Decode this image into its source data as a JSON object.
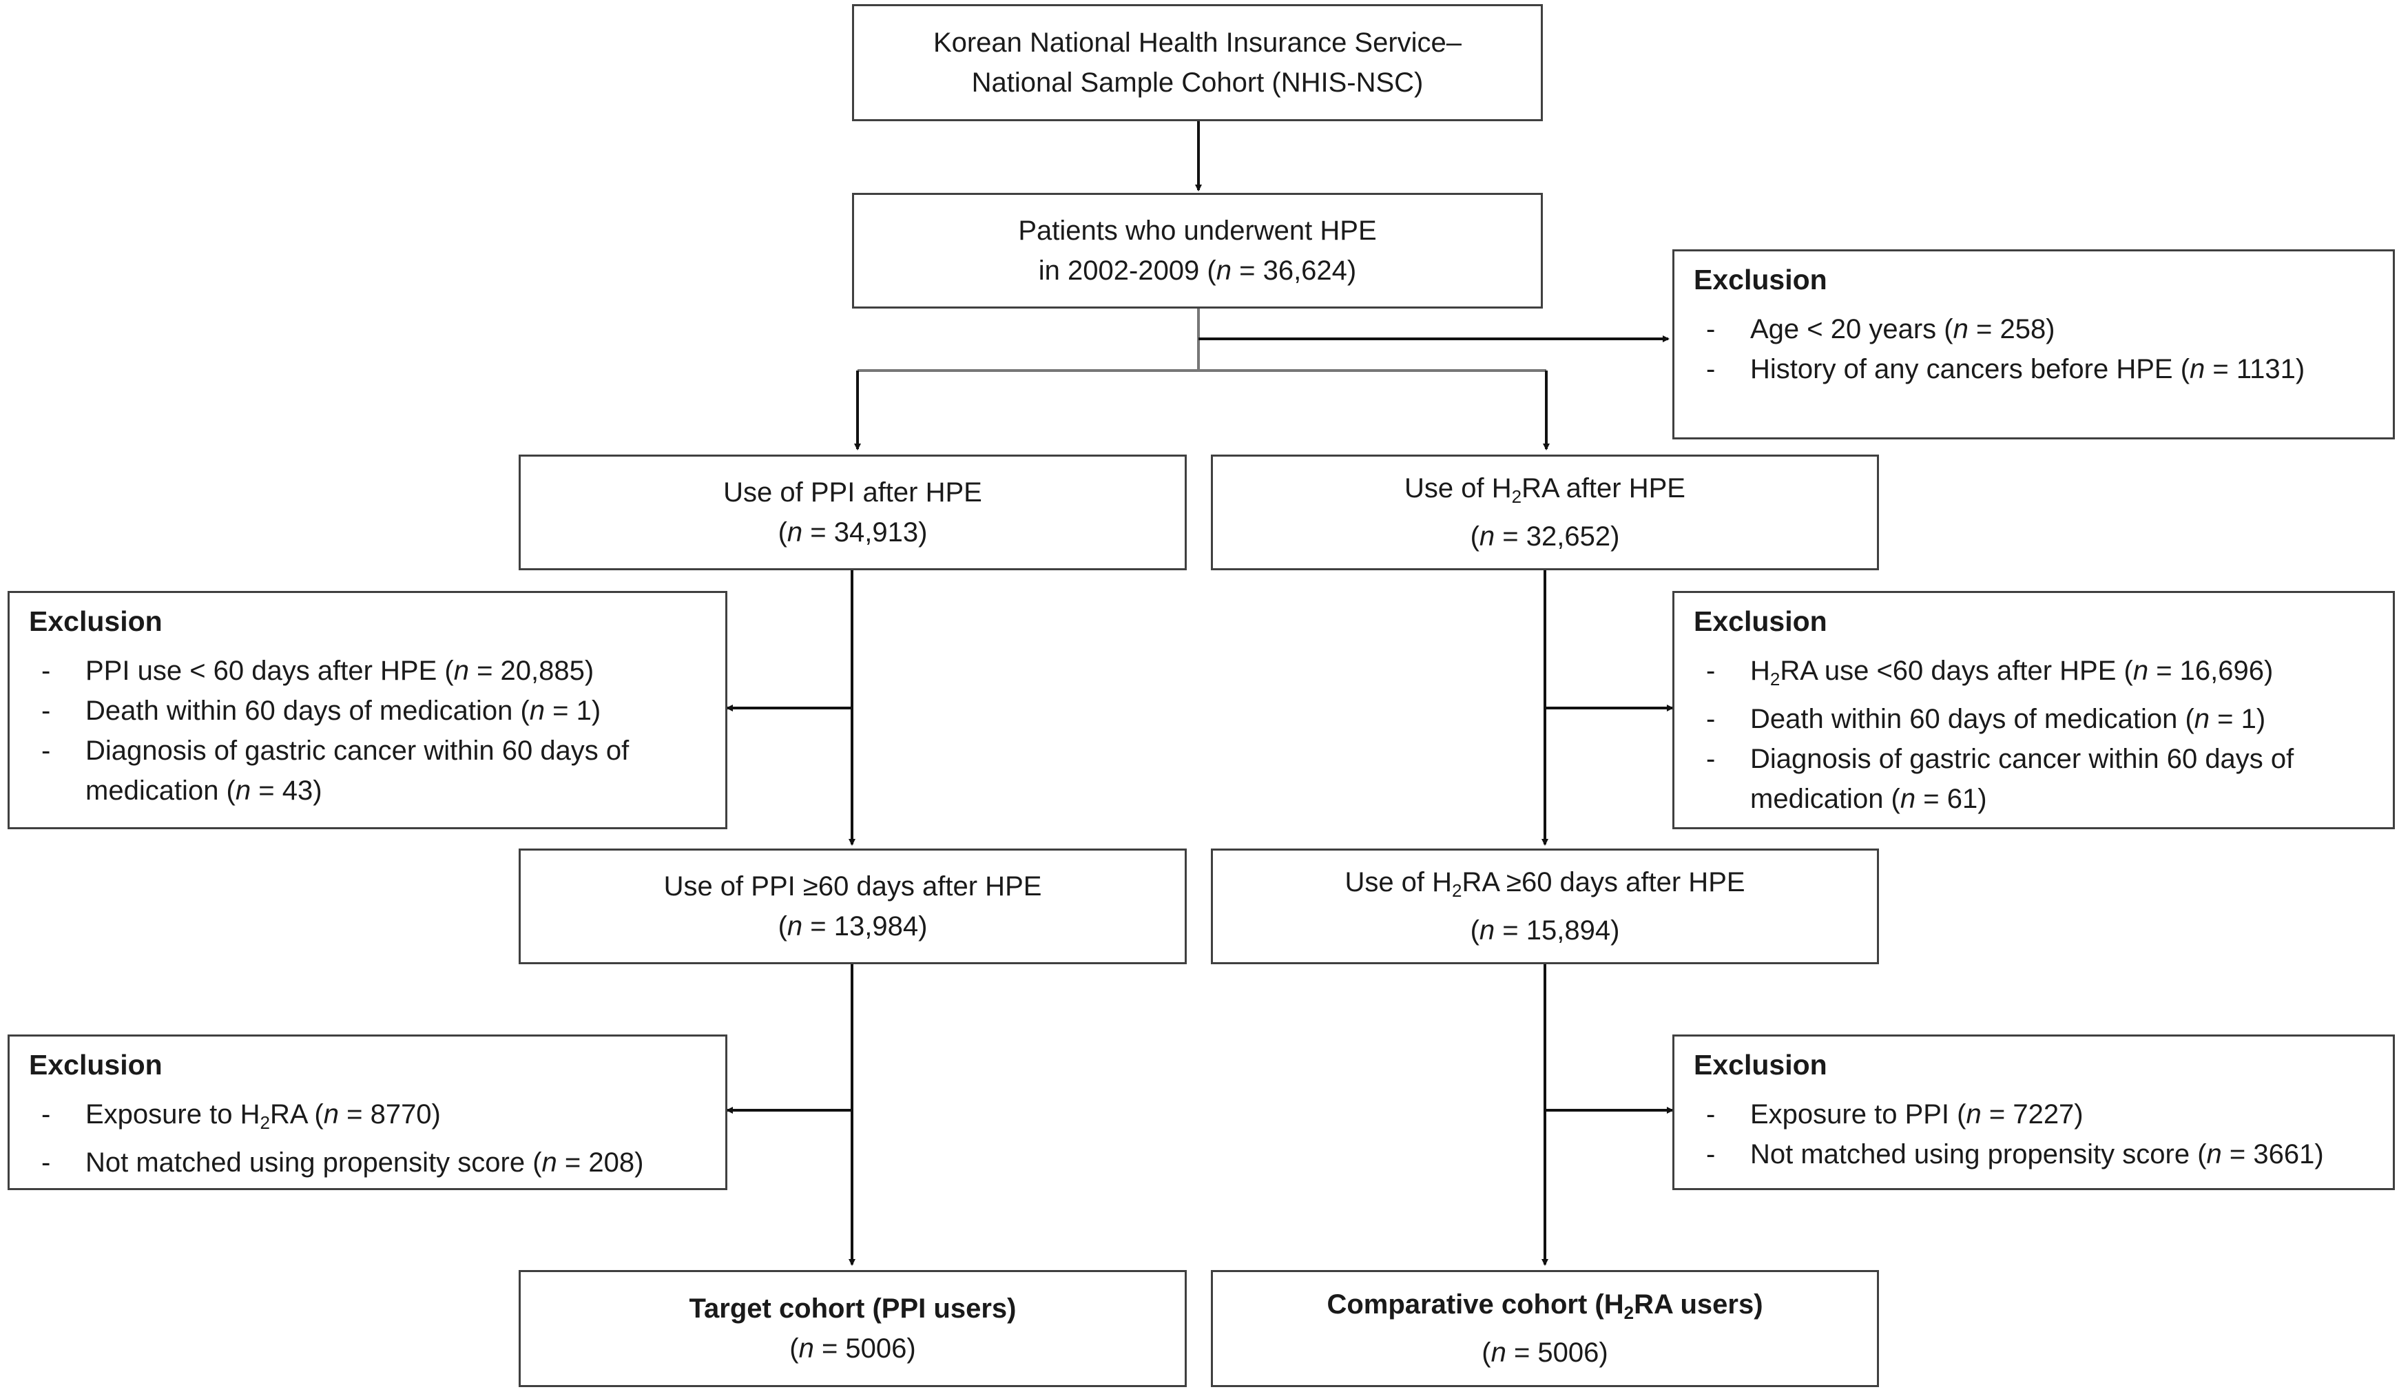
{
  "source": {
    "line1": "Korean National Health Insurance Service–",
    "line2": "National Sample Cohort (NHIS-NSC)"
  },
  "hpe": {
    "line1": "Patients who underwent HPE",
    "line2_pre": "in 2002-2009 (",
    "n_symbol": "n",
    "line2_post": " = 36,624)"
  },
  "exclusion_initial": {
    "heading": "Exclusion",
    "items": [
      {
        "pre": "Age < 20 years (",
        "n": "n",
        "post": " = 258)"
      },
      {
        "pre": "History of any cancers before HPE (",
        "n": "n",
        "post": " = 1131)"
      }
    ]
  },
  "ppi_use": {
    "line1": "Use of PPI after HPE",
    "pre": "(",
    "n": "n",
    "post": " = 34,913)"
  },
  "h2ra_use": {
    "line1_pre": "Use of H",
    "sub": "2",
    "line1_post": "RA after HPE",
    "pre": "(",
    "n": "n",
    "post": " = 32,652)"
  },
  "exclusion_ppi_1": {
    "heading": "Exclusion",
    "items": [
      {
        "pre": "PPI use < 60 days after HPE (",
        "n": "n",
        "post": " = 20,885)"
      },
      {
        "pre": "Death within 60 days of medication (",
        "n": "n",
        "post": " = 1)"
      },
      {
        "line1": "Diagnosis of gastric cancer within 60 days of",
        "pre": "medication (",
        "n": "n",
        "post": " = 43)"
      }
    ]
  },
  "exclusion_h2ra_1": {
    "heading": "Exclusion",
    "items": [
      {
        "pre_h": "H",
        "sub": "2",
        "pre": "RA use <60 days after HPE (",
        "n": "n",
        "post": " = 16,696)"
      },
      {
        "pre": "Death within 60 days of medication (",
        "n": "n",
        "post": " = 1)"
      },
      {
        "line1": "Diagnosis of gastric cancer within 60 days of",
        "pre": "medication (",
        "n": "n",
        "post": " = 61)"
      }
    ]
  },
  "ppi_60": {
    "line1": "Use of PPI ≥60 days after HPE",
    "pre": "(",
    "n": "n",
    "post": " = 13,984)"
  },
  "h2ra_60": {
    "line1_pre": "Use of H",
    "sub": "2",
    "line1_post": "RA ≥60 days after HPE",
    "pre": "(",
    "n": "n",
    "post": " = 15,894)"
  },
  "exclusion_ppi_2": {
    "heading": "Exclusion",
    "items": [
      {
        "pre": "Exposure to H",
        "sub": "2",
        "mid": "RA (",
        "n": "n",
        "post": " = 8770)"
      },
      {
        "pre": "Not matched using propensity score (",
        "n": "n",
        "post": " = 208)"
      }
    ]
  },
  "exclusion_h2ra_2": {
    "heading": "Exclusion",
    "items": [
      {
        "pre": "Exposure to PPI (",
        "n": "n",
        "post": " = 7227)"
      },
      {
        "pre": "Not matched using propensity score (",
        "n": "n",
        "post": " = 3661)"
      }
    ]
  },
  "target": {
    "title": "Target cohort (PPI users)",
    "pre": "(",
    "n": "n",
    "post": " = 5006)"
  },
  "comparative": {
    "title_pre": "Comparative cohort (H",
    "sub": "2",
    "title_post": "RA users)",
    "pre": "(",
    "n": "n",
    "post": " = 5006)"
  }
}
